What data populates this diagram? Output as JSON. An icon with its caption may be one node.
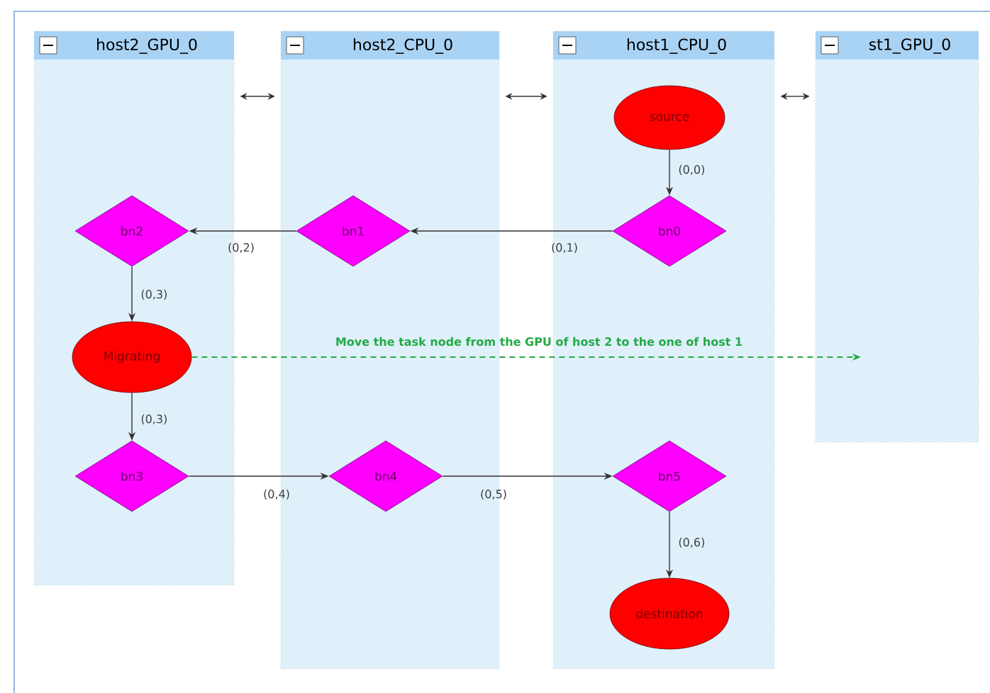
{
  "diagram": {
    "nodes": [
      {
        "text": [
          "host2_GPU_0"
        ]
      },
      {
        "text": [
          "host2_CPU_0"
        ]
      },
      {
        "text": [
          "host1_CPU_0"
        ]
      },
      {
        "text": [
          "st1_GPU_0"
        ]
      },
      {
        "text": [
          "source"
        ],
        "in": 2
      },
      {
        "text": [
          "bn0"
        ],
        "in": 2
      },
      {
        "text": [
          "bn1"
        ],
        "in": 1
      },
      {
        "text": [
          "bn2"
        ],
        "in": 0
      },
      {
        "text": [
          "Migrating"
        ],
        "in": 0
      },
      {
        "text": [
          "bn3"
        ],
        "in": 0
      },
      {
        "text": [
          "bn4"
        ],
        "in": 1
      },
      {
        "text": [
          "bn5"
        ],
        "in": 2
      },
      {
        "text": [
          "destination"
        ],
        "in": 2
      }
    ],
    "edges": [
      {
        "from": 0,
        "to": 1,
        "arrow": "both"
      },
      {
        "from": 1,
        "to": 2,
        "arrow": "both"
      },
      {
        "from": 2,
        "to": 3,
        "arrow": "both"
      },
      {
        "from": 4,
        "to": 5,
        "arrow": "to",
        "label": "(0,0)"
      },
      {
        "from": 5,
        "to": 6,
        "arrow": "to",
        "label": "(0,1)"
      },
      {
        "from": 6,
        "to": 7,
        "arrow": "to",
        "label": "(0,2)"
      },
      {
        "from": 7,
        "to": 8,
        "arrow": "to",
        "label": "(0,3)"
      },
      {
        "from": 8,
        "to": 3,
        "arrow": "to",
        "label": "Move the task node from the GPU of host 2 to the one of host 1",
        "style": "dashed",
        "color": "#22aa44"
      },
      {
        "from": 8,
        "to": 9,
        "arrow": "to",
        "label": "(0,3)"
      },
      {
        "from": 9,
        "to": 10,
        "arrow": "to",
        "label": "(0,4)"
      },
      {
        "from": 10,
        "to": 11,
        "arrow": "to",
        "label": "(0,5)"
      },
      {
        "from": 11,
        "to": 12,
        "arrow": "to",
        "label": "(0,6)"
      }
    ]
  }
}
